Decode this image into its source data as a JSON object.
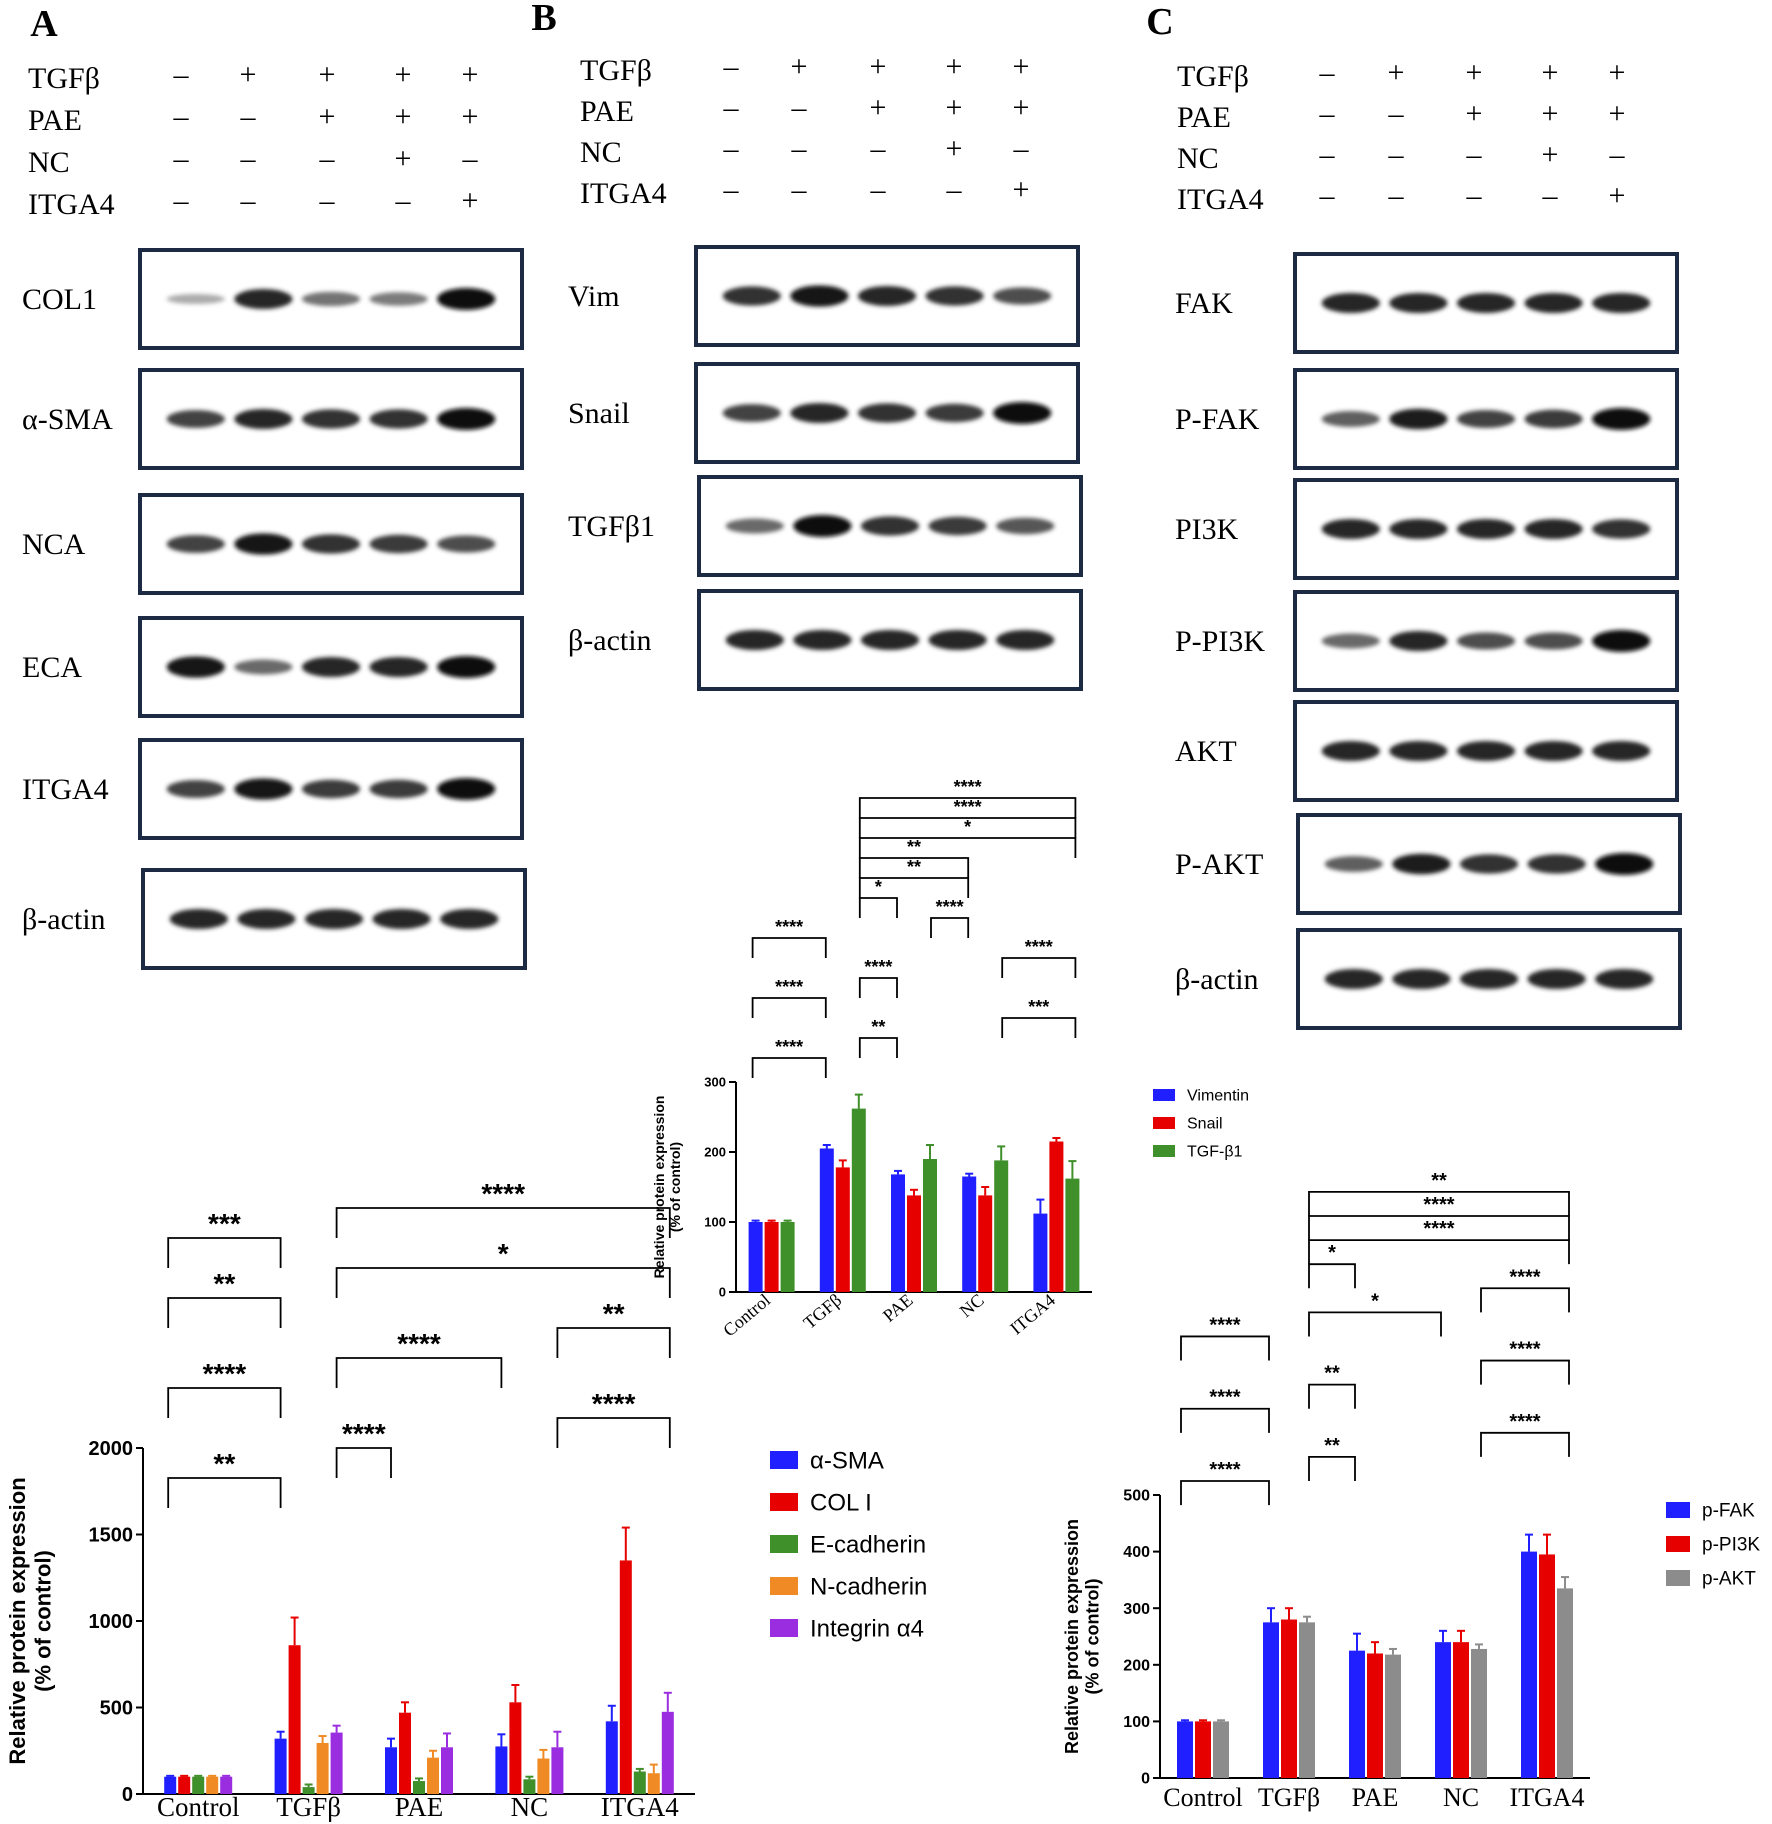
{
  "panels": [
    {
      "letter": "A",
      "treatment_rows": [
        {
          "label": "TGFβ",
          "signs": [
            "–",
            "+",
            "+",
            "+",
            "+"
          ]
        },
        {
          "label": "PAE",
          "signs": [
            "–",
            "–",
            "+",
            "+",
            "+"
          ]
        },
        {
          "label": "NC",
          "signs": [
            "–",
            "–",
            "–",
            "+",
            "–"
          ]
        },
        {
          "label": "ITGA4",
          "signs": [
            "–",
            "–",
            "–",
            "–",
            "+"
          ]
        }
      ],
      "blots": [
        {
          "label": "COL1",
          "intensity": [
            0.15,
            0.85,
            0.45,
            0.4,
            1.0
          ]
        },
        {
          "label": "α-SMA",
          "intensity": [
            0.7,
            0.85,
            0.8,
            0.8,
            1.0
          ]
        },
        {
          "label": "NCA",
          "intensity": [
            0.7,
            0.95,
            0.8,
            0.75,
            0.65
          ]
        },
        {
          "label": "ECA",
          "intensity": [
            0.95,
            0.5,
            0.85,
            0.85,
            1.0
          ]
        },
        {
          "label": "ITGA4",
          "intensity": [
            0.7,
            0.95,
            0.75,
            0.75,
            1.0
          ]
        },
        {
          "label": "β-actin",
          "intensity": [
            0.85,
            0.85,
            0.85,
            0.85,
            0.85
          ]
        }
      ]
    },
    {
      "letter": "B",
      "treatment_rows": [
        {
          "label": "TGFβ",
          "signs": [
            "–",
            "+",
            "+",
            "+",
            "+"
          ]
        },
        {
          "label": "PAE",
          "signs": [
            "–",
            "–",
            "+",
            "+",
            "+"
          ]
        },
        {
          "label": "NC",
          "signs": [
            "–",
            "–",
            "–",
            "+",
            "–"
          ]
        },
        {
          "label": "ITGA4",
          "signs": [
            "–",
            "–",
            "–",
            "–",
            "+"
          ]
        }
      ],
      "blots": [
        {
          "label": "Vim",
          "intensity": [
            0.8,
            0.95,
            0.85,
            0.8,
            0.65
          ]
        },
        {
          "label": "Snail",
          "intensity": [
            0.7,
            0.85,
            0.8,
            0.75,
            1.0
          ]
        },
        {
          "label": "TGFβ1",
          "intensity": [
            0.5,
            1.0,
            0.8,
            0.75,
            0.6
          ]
        },
        {
          "label": "β-actin",
          "intensity": [
            0.85,
            0.85,
            0.85,
            0.85,
            0.85
          ]
        }
      ]
    },
    {
      "letter": "C",
      "treatment_rows": [
        {
          "label": "TGFβ",
          "signs": [
            "–",
            "+",
            "+",
            "+",
            "+"
          ]
        },
        {
          "label": "PAE",
          "signs": [
            "–",
            "–",
            "+",
            "+",
            "+"
          ]
        },
        {
          "label": "NC",
          "signs": [
            "–",
            "–",
            "–",
            "+",
            "–"
          ]
        },
        {
          "label": "ITGA4",
          "signs": [
            "–",
            "–",
            "–",
            "–",
            "+"
          ]
        }
      ],
      "blots": [
        {
          "label": "FAK",
          "intensity": [
            0.85,
            0.85,
            0.85,
            0.85,
            0.85
          ]
        },
        {
          "label": "P-FAK",
          "intensity": [
            0.55,
            0.9,
            0.7,
            0.75,
            1.0
          ]
        },
        {
          "label": "PI3K",
          "intensity": [
            0.85,
            0.85,
            0.85,
            0.85,
            0.8
          ]
        },
        {
          "label": "P-PI3K",
          "intensity": [
            0.5,
            0.85,
            0.65,
            0.65,
            1.0
          ]
        },
        {
          "label": "AKT",
          "intensity": [
            0.85,
            0.85,
            0.85,
            0.85,
            0.85
          ]
        },
        {
          "label": "P-AKT",
          "intensity": [
            0.55,
            0.9,
            0.8,
            0.8,
            1.0
          ]
        },
        {
          "label": "β-actin",
          "intensity": [
            0.85,
            0.85,
            0.85,
            0.85,
            0.85
          ]
        }
      ]
    }
  ],
  "colors": {
    "blue": "#1f1fff",
    "red": "#e60000",
    "green": "#3f8f2a",
    "orange": "#f08a24",
    "purple": "#9b2de0",
    "gray": "#8c8c8c",
    "blot_frame": "#1c2a44"
  },
  "chart_data": [
    {
      "type": "bar",
      "panel": "A",
      "categories": [
        "Control",
        "TGFβ",
        "PAE",
        "NC",
        "ITGA4"
      ],
      "ylabel": "Relative protein expression\n(% of control)",
      "ylim": [
        0,
        2000
      ],
      "yticks": [
        0,
        500,
        1000,
        1500,
        2000
      ],
      "legend_position": "right",
      "series": [
        {
          "name": "α-SMA",
          "color": "#1f1fff",
          "values": [
            100,
            320,
            270,
            275,
            420
          ],
          "errors": [
            5,
            40,
            50,
            70,
            90
          ]
        },
        {
          "name": "COL I",
          "color": "#e60000",
          "values": [
            100,
            860,
            470,
            530,
            1350
          ],
          "errors": [
            5,
            160,
            60,
            100,
            190
          ]
        },
        {
          "name": "E-cadherin",
          "color": "#3f8f2a",
          "values": [
            100,
            40,
            75,
            85,
            130
          ],
          "errors": [
            5,
            15,
            15,
            15,
            15
          ]
        },
        {
          "name": "N-cadherin",
          "color": "#f08a24",
          "values": [
            100,
            295,
            210,
            205,
            120
          ],
          "errors": [
            5,
            40,
            40,
            50,
            50
          ]
        },
        {
          "name": "Integrin α4",
          "color": "#9b2de0",
          "values": [
            100,
            355,
            270,
            270,
            475
          ],
          "errors": [
            5,
            40,
            80,
            90,
            110
          ]
        }
      ],
      "significance": [
        {
          "from": 0,
          "to": 1,
          "label": "**"
        },
        {
          "from": 1,
          "to": 2,
          "label": "****"
        },
        {
          "from": 3,
          "to": 4,
          "label": "****"
        },
        {
          "from": 0,
          "to": 1,
          "label": "****"
        },
        {
          "from": 1,
          "to": 3,
          "label": "****"
        },
        {
          "from": 3,
          "to": 4,
          "label": "**"
        },
        {
          "from": 0,
          "to": 1,
          "label": "**"
        },
        {
          "from": 1,
          "to": 4,
          "label": "*"
        },
        {
          "from": 0,
          "to": 1,
          "label": "***"
        },
        {
          "from": 1,
          "to": 4,
          "label": "****"
        }
      ]
    },
    {
      "type": "bar",
      "panel": "B",
      "categories": [
        "Control",
        "TGFβ",
        "PAE",
        "NC",
        "ITGA4"
      ],
      "ylabel": "Relative protein expression\n(% of control)",
      "ylim": [
        0,
        300
      ],
      "yticks": [
        0,
        100,
        200,
        300
      ],
      "legend_position": "right",
      "series": [
        {
          "name": "Vimentin",
          "color": "#1f1fff",
          "values": [
            100,
            205,
            168,
            165,
            112
          ],
          "errors": [
            2,
            5,
            5,
            4,
            20
          ]
        },
        {
          "name": "Snail",
          "color": "#e60000",
          "values": [
            100,
            178,
            138,
            138,
            215
          ],
          "errors": [
            2,
            10,
            8,
            12,
            5
          ]
        },
        {
          "name": "TGF-β1",
          "color": "#3f8f2a",
          "values": [
            100,
            262,
            190,
            188,
            162
          ],
          "errors": [
            2,
            20,
            20,
            20,
            25
          ]
        }
      ],
      "significance": [
        {
          "from": 0,
          "to": 1,
          "label": "****"
        },
        {
          "from": 1,
          "to": 2,
          "label": "**"
        },
        {
          "from": 3,
          "to": 4,
          "label": "***"
        },
        {
          "from": 0,
          "to": 1,
          "label": "****"
        },
        {
          "from": 1,
          "to": 2,
          "label": "****"
        },
        {
          "from": 3,
          "to": 4,
          "label": "****"
        },
        {
          "from": 0,
          "to": 1,
          "label": "****"
        },
        {
          "from": 2,
          "to": 3,
          "label": "****"
        },
        {
          "from": 1,
          "to": 2,
          "label": "*"
        },
        {
          "from": 1,
          "to": 3,
          "label": "**"
        },
        {
          "from": 1,
          "to": 3,
          "label": "**"
        },
        {
          "from": 1,
          "to": 4,
          "label": "*"
        },
        {
          "from": 1,
          "to": 4,
          "label": "****"
        },
        {
          "from": 1,
          "to": 4,
          "label": "****"
        }
      ]
    },
    {
      "type": "bar",
      "panel": "C",
      "categories": [
        "Control",
        "TGFβ",
        "PAE",
        "NC",
        "ITGA4"
      ],
      "ylabel": "Relative protein expression\n(% of control)",
      "ylim": [
        0,
        500
      ],
      "yticks": [
        0,
        100,
        200,
        300,
        400,
        500
      ],
      "legend_position": "right",
      "series": [
        {
          "name": "p-FAK",
          "color": "#1f1fff",
          "values": [
            100,
            275,
            225,
            240,
            400
          ],
          "errors": [
            2,
            25,
            30,
            20,
            30
          ]
        },
        {
          "name": "p-PI3K",
          "color": "#e60000",
          "values": [
            100,
            280,
            220,
            240,
            395
          ],
          "errors": [
            2,
            20,
            20,
            20,
            35
          ]
        },
        {
          "name": "p-AKT",
          "color": "#8c8c8c",
          "values": [
            100,
            275,
            218,
            228,
            335
          ],
          "errors": [
            2,
            10,
            10,
            8,
            20
          ]
        }
      ],
      "significance": [
        {
          "from": 0,
          "to": 1,
          "label": "****"
        },
        {
          "from": 1,
          "to": 2,
          "label": "**"
        },
        {
          "from": 3,
          "to": 4,
          "label": "****"
        },
        {
          "from": 0,
          "to": 1,
          "label": "****"
        },
        {
          "from": 1,
          "to": 2,
          "label": "**"
        },
        {
          "from": 3,
          "to": 4,
          "label": "****"
        },
        {
          "from": 0,
          "to": 1,
          "label": "****"
        },
        {
          "from": 1,
          "to": 3,
          "label": "*"
        },
        {
          "from": 3,
          "to": 4,
          "label": "****"
        },
        {
          "from": 1,
          "to": 2,
          "label": "*"
        },
        {
          "from": 1,
          "to": 4,
          "label": "****"
        },
        {
          "from": 1,
          "to": 4,
          "label": "****"
        },
        {
          "from": 1,
          "to": 4,
          "label": "**"
        }
      ]
    }
  ]
}
